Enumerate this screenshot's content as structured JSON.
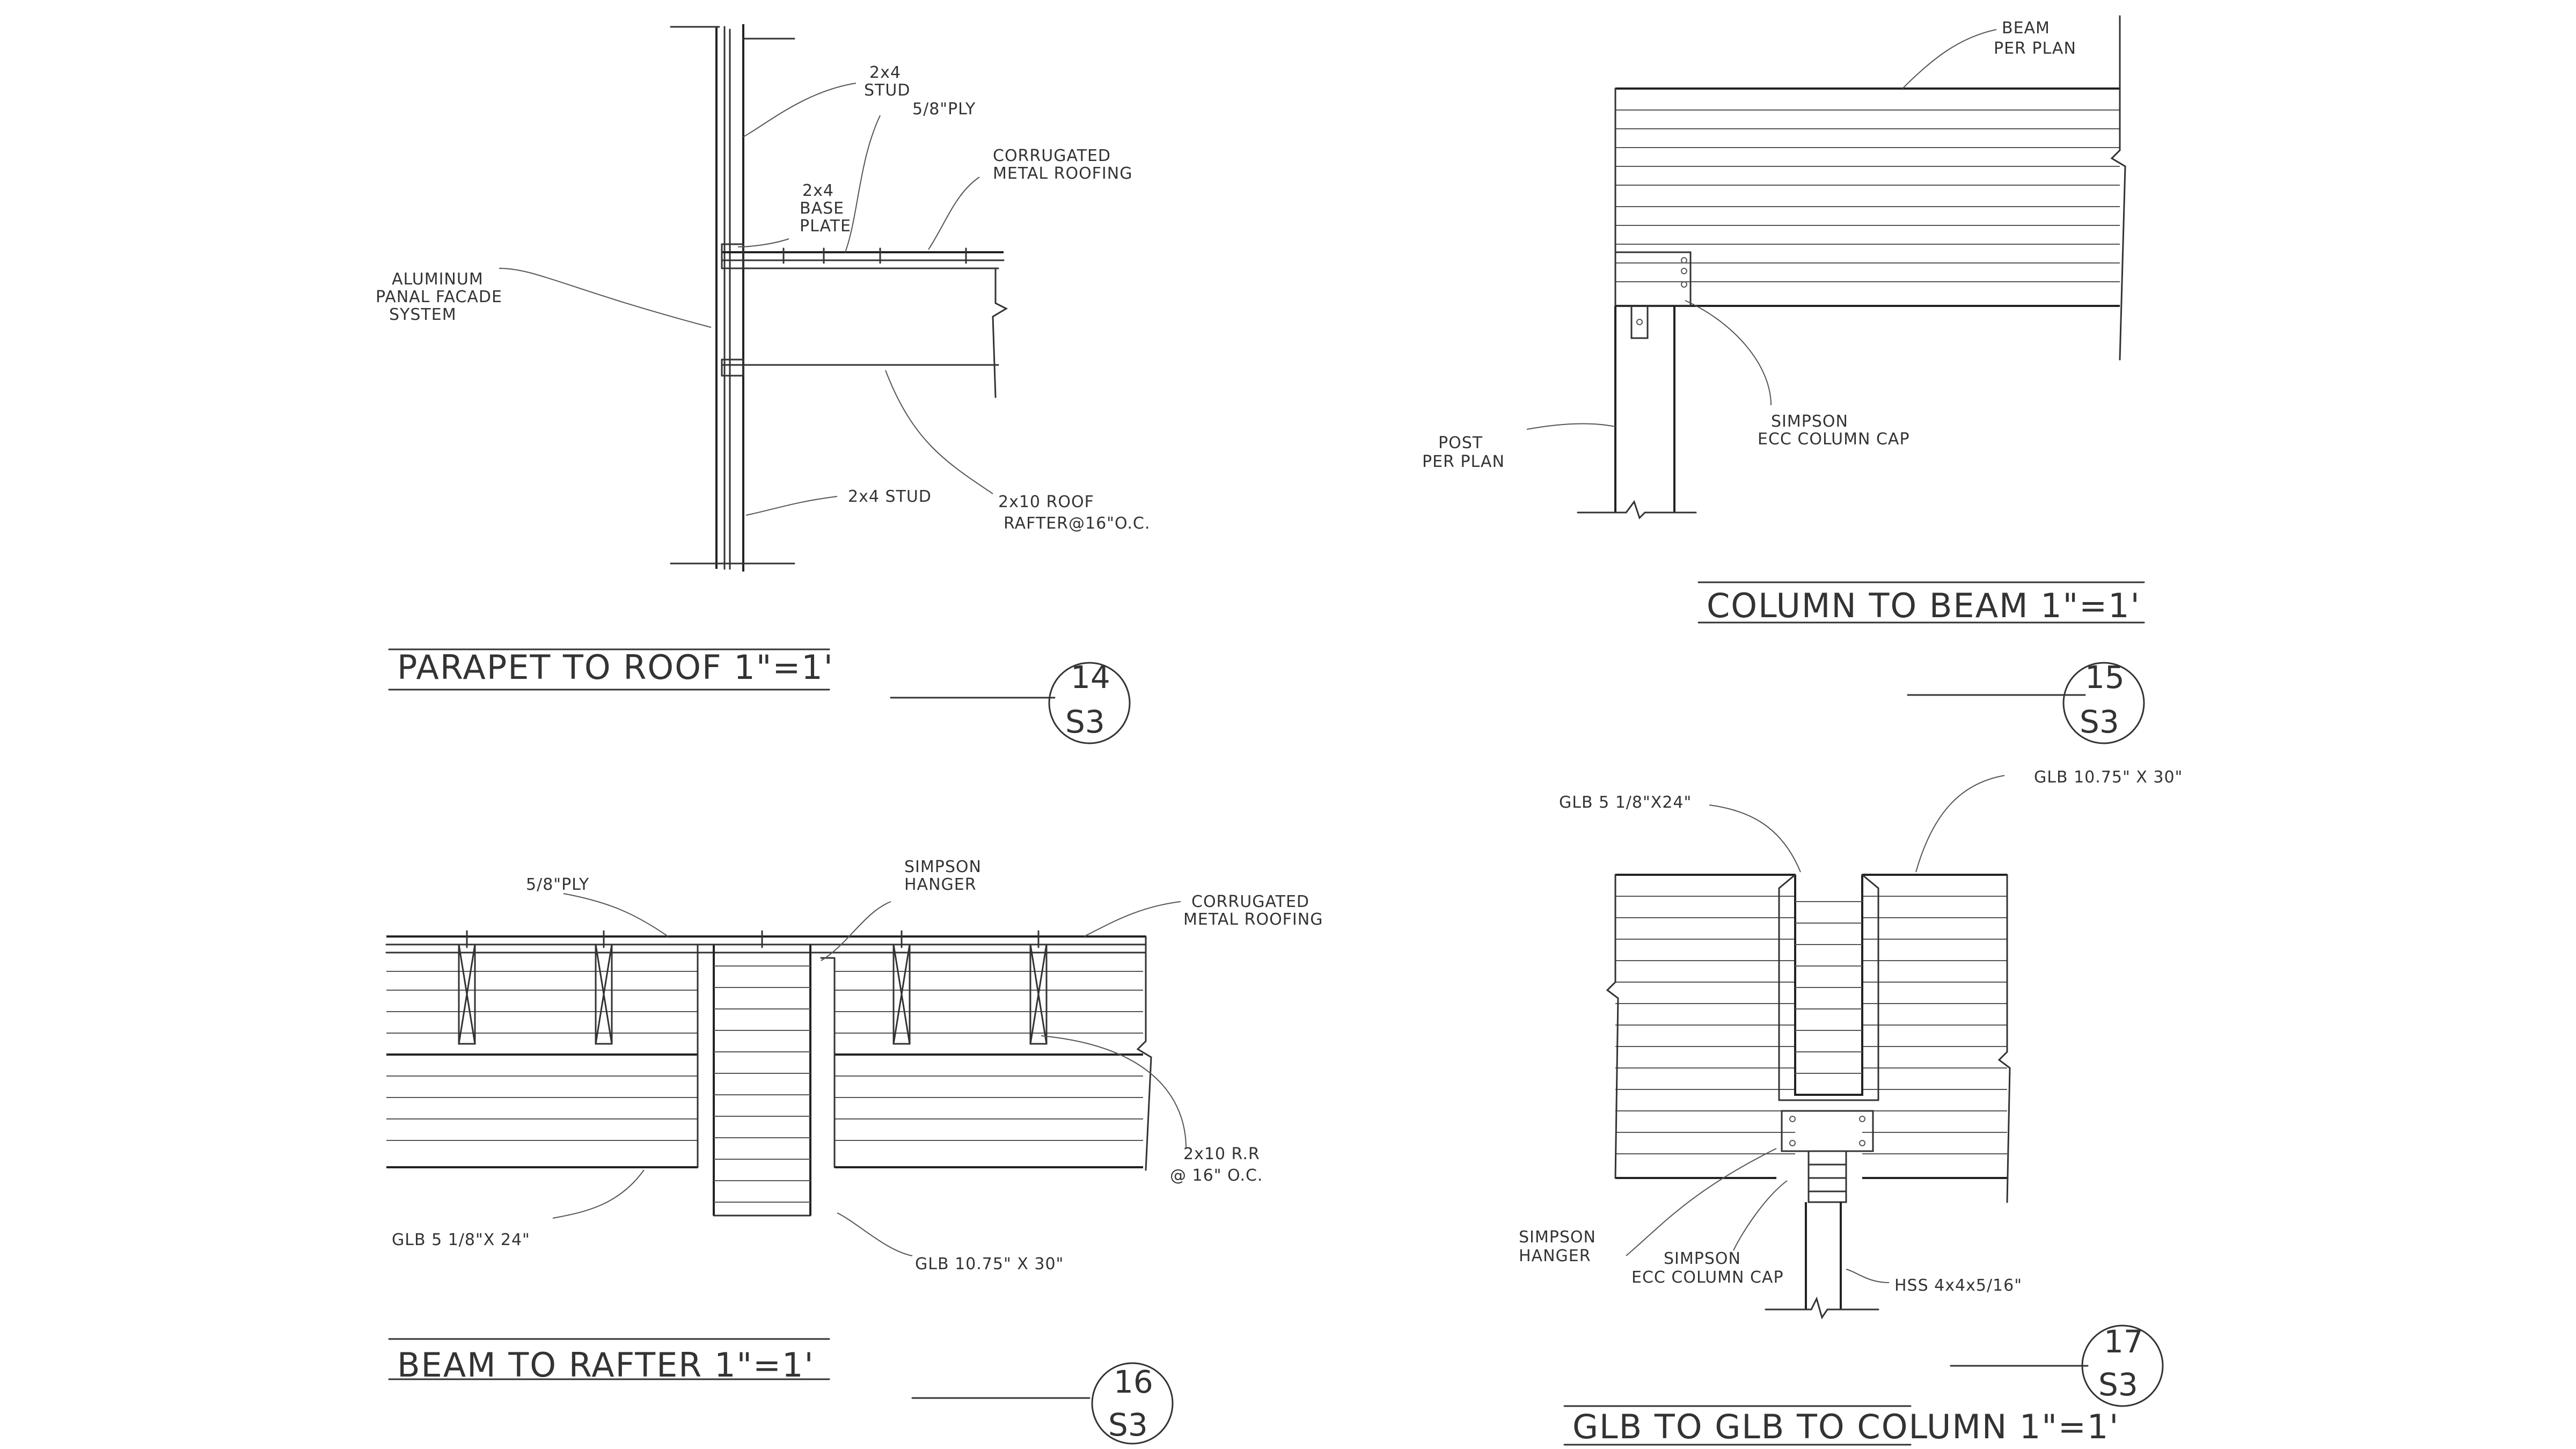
{
  "details": [
    {
      "id": "detail-14",
      "title": "PARAPET TO ROOF 1\"=1'",
      "number": "14",
      "sheet": "S3",
      "notes": {
        "stud_top": [
          "2x4",
          "STUD"
        ],
        "ply": "5/8\"PLY",
        "roofing": [
          "CORRUGATED",
          "METAL ROOFING"
        ],
        "base_plate": [
          "2x4",
          "BASE",
          "PLATE"
        ],
        "facade": [
          "ALUMINUM",
          "PANAL FACADE",
          "SYSTEM"
        ],
        "stud_bottom": "2x4 STUD",
        "rafter": [
          "2x10 ROOF",
          "RAFTER@16\"O.C."
        ]
      }
    },
    {
      "id": "detail-15",
      "title": "COLUMN TO BEAM 1\"=1'",
      "number": "15",
      "sheet": "S3",
      "notes": {
        "beam": [
          "BEAM",
          "PER PLAN"
        ],
        "column_cap": [
          "SIMPSON",
          "ECC COLUMN CAP"
        ],
        "post": [
          "POST",
          "PER PLAN"
        ]
      }
    },
    {
      "id": "detail-16",
      "title": "BEAM TO RAFTER 1\"=1'",
      "number": "16",
      "sheet": "S3",
      "notes": {
        "ply": "5/8\"PLY",
        "hanger": [
          "SIMPSON",
          "HANGER"
        ],
        "roofing": [
          "CORRUGATED",
          "METAL ROOFING"
        ],
        "rafter": [
          "2x10 R.R",
          "@ 16\" O.C."
        ],
        "glb_small": "GLB 5 1/8\"X 24\"",
        "glb_large": "GLB 10.75\" X 30\""
      }
    },
    {
      "id": "detail-17",
      "title": "GLB TO GLB TO COLUMN 1\"=1'",
      "number": "17",
      "sheet": "S3",
      "notes": {
        "glb_small": "GLB 5 1/8\"X24\"",
        "glb_large": "GLB 10.75\" X 30\"",
        "hanger": [
          "SIMPSON",
          "HANGER"
        ],
        "column_cap": [
          "SIMPSON",
          "ECC COLUMN CAP"
        ],
        "hss": "HSS 4x4x5/16\""
      }
    }
  ]
}
